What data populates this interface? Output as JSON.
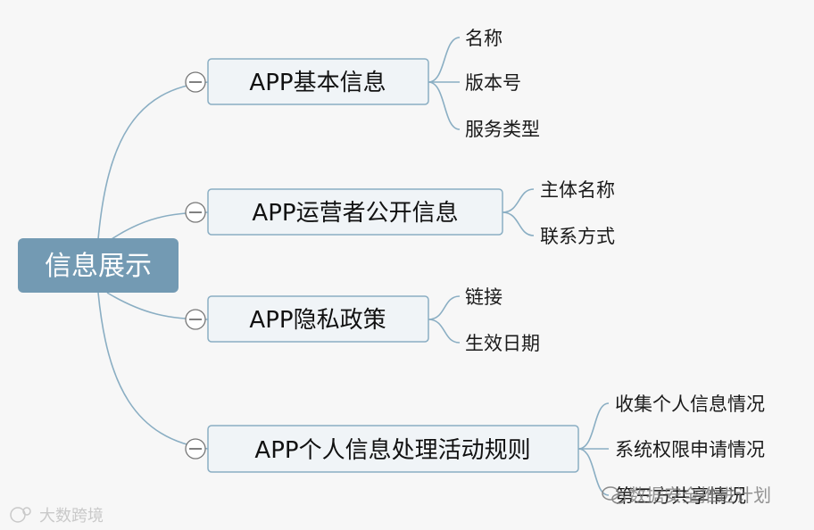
{
  "root": {
    "label": "信息展示"
  },
  "branches": [
    {
      "label": "APP基本信息",
      "children": [
        "名称",
        "版本号",
        "服务类型"
      ]
    },
    {
      "label": "APP运营者公开信息",
      "children": [
        "主体名称",
        "联系方式"
      ]
    },
    {
      "label": "APP隐私政策",
      "children": [
        "链接",
        "生效日期"
      ]
    },
    {
      "label": "APP个人信息处理活动规则",
      "children": [
        "收集个人信息情况",
        "系统权限申请情况",
        "第三方共享情况"
      ]
    }
  ],
  "watermarks": {
    "left": "大数跨境",
    "right": "数据安全推进计划"
  },
  "colors": {
    "root_fill": "#739ab3",
    "branch_fill": "#f0f4f7",
    "edge": "#8aaec3",
    "background": "#f7f7f7"
  }
}
